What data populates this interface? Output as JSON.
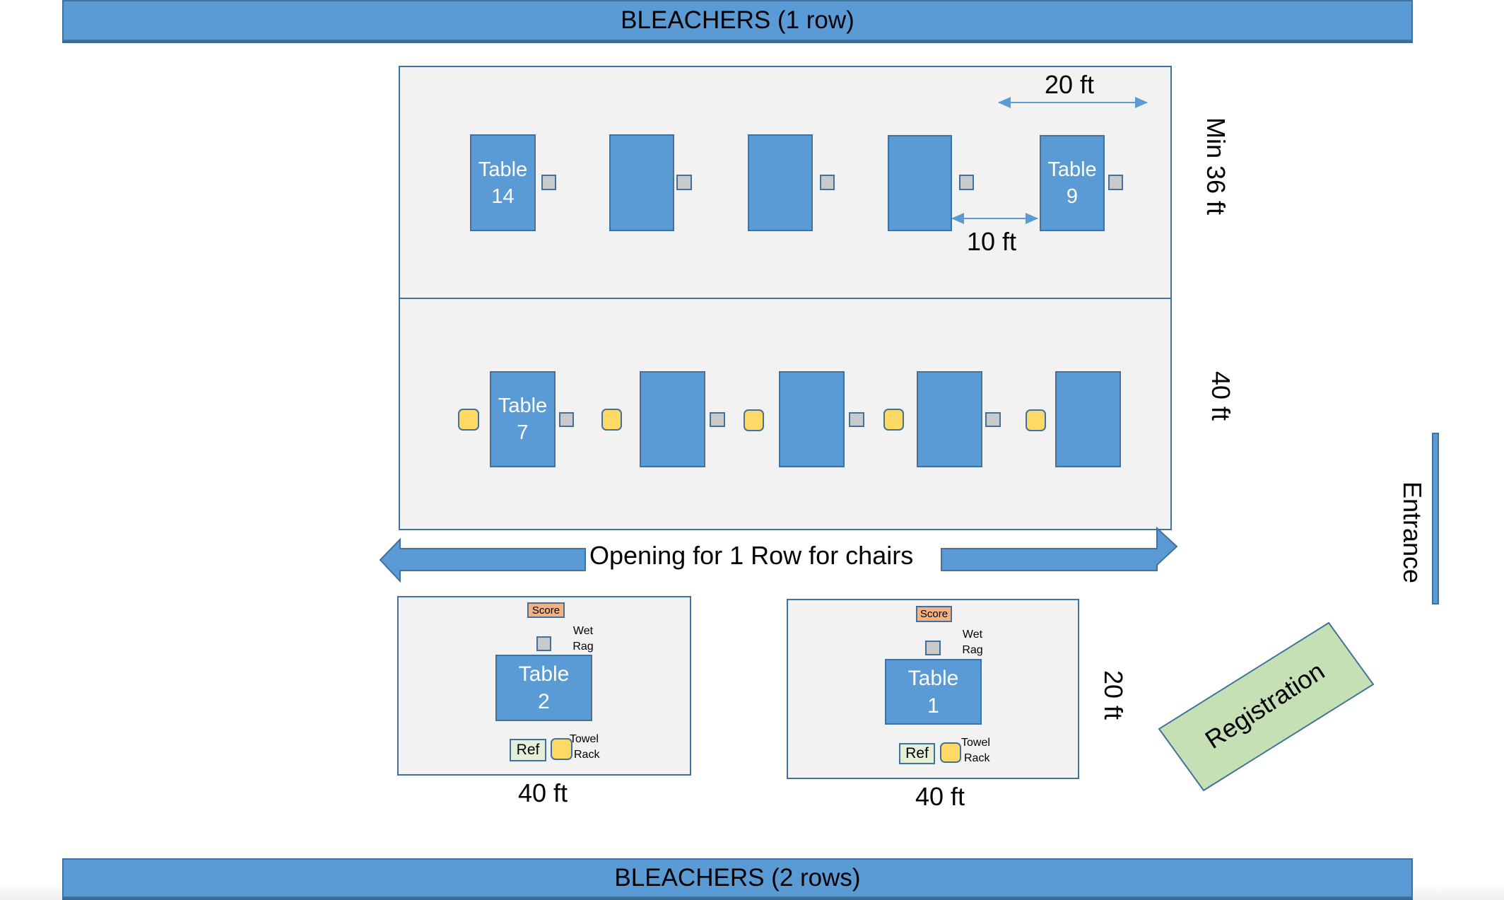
{
  "bleachers": {
    "top_label": "BLEACHERS (1 row)",
    "bottom_label": "BLEACHERS (2 rows)"
  },
  "top_zone": {
    "tables": [
      {
        "label_line1": "Table",
        "label_line2": "14"
      },
      {
        "label_line1": "",
        "label_line2": ""
      },
      {
        "label_line1": "",
        "label_line2": ""
      },
      {
        "label_line1": "",
        "label_line2": ""
      },
      {
        "label_line1": "Table",
        "label_line2": "9"
      }
    ],
    "dimension_width": "20 ft",
    "dimension_gap": "10 ft",
    "dimension_height": "Min 36 ft"
  },
  "middle_zone": {
    "tables": [
      {
        "label_line1": "Table",
        "label_line2": "7"
      },
      {
        "label_line1": "",
        "label_line2": ""
      },
      {
        "label_line1": "",
        "label_line2": ""
      },
      {
        "label_line1": "",
        "label_line2": ""
      },
      {
        "label_line1": "",
        "label_line2": ""
      }
    ],
    "dimension_height": "40 ft"
  },
  "opening": {
    "label": "Opening for 1 Row for chairs"
  },
  "lower_zones": [
    {
      "score_label": "Score",
      "wet_rag_line1": "Wet",
      "wet_rag_line2": "Rag",
      "table_line1": "Table",
      "table_line2": "2",
      "ref_label": "Ref",
      "towel_line1": "Towel",
      "towel_line2": "Rack",
      "width_label": "40 ft"
    },
    {
      "score_label": "Score",
      "wet_rag_line1": "Wet",
      "wet_rag_line2": "Rag",
      "table_line1": "Table",
      "table_line2": "1",
      "ref_label": "Ref",
      "towel_line1": "Towel",
      "towel_line2": "Rack",
      "width_label": "40 ft",
      "height_label": "20 ft"
    }
  ],
  "entrance": {
    "label": "Entrance"
  },
  "registration": {
    "label": "Registration"
  },
  "colors": {
    "table_fill": "#5B9BD5",
    "outline": "#41719C",
    "zone_fill": "#F2F2F2",
    "wet_rag_fill": "#C9C9C9",
    "towel_rack_fill": "#FFD966",
    "score_fill": "#F4B183",
    "ref_fill": "#E2F0D9",
    "registration_fill": "#C5E0B4"
  }
}
